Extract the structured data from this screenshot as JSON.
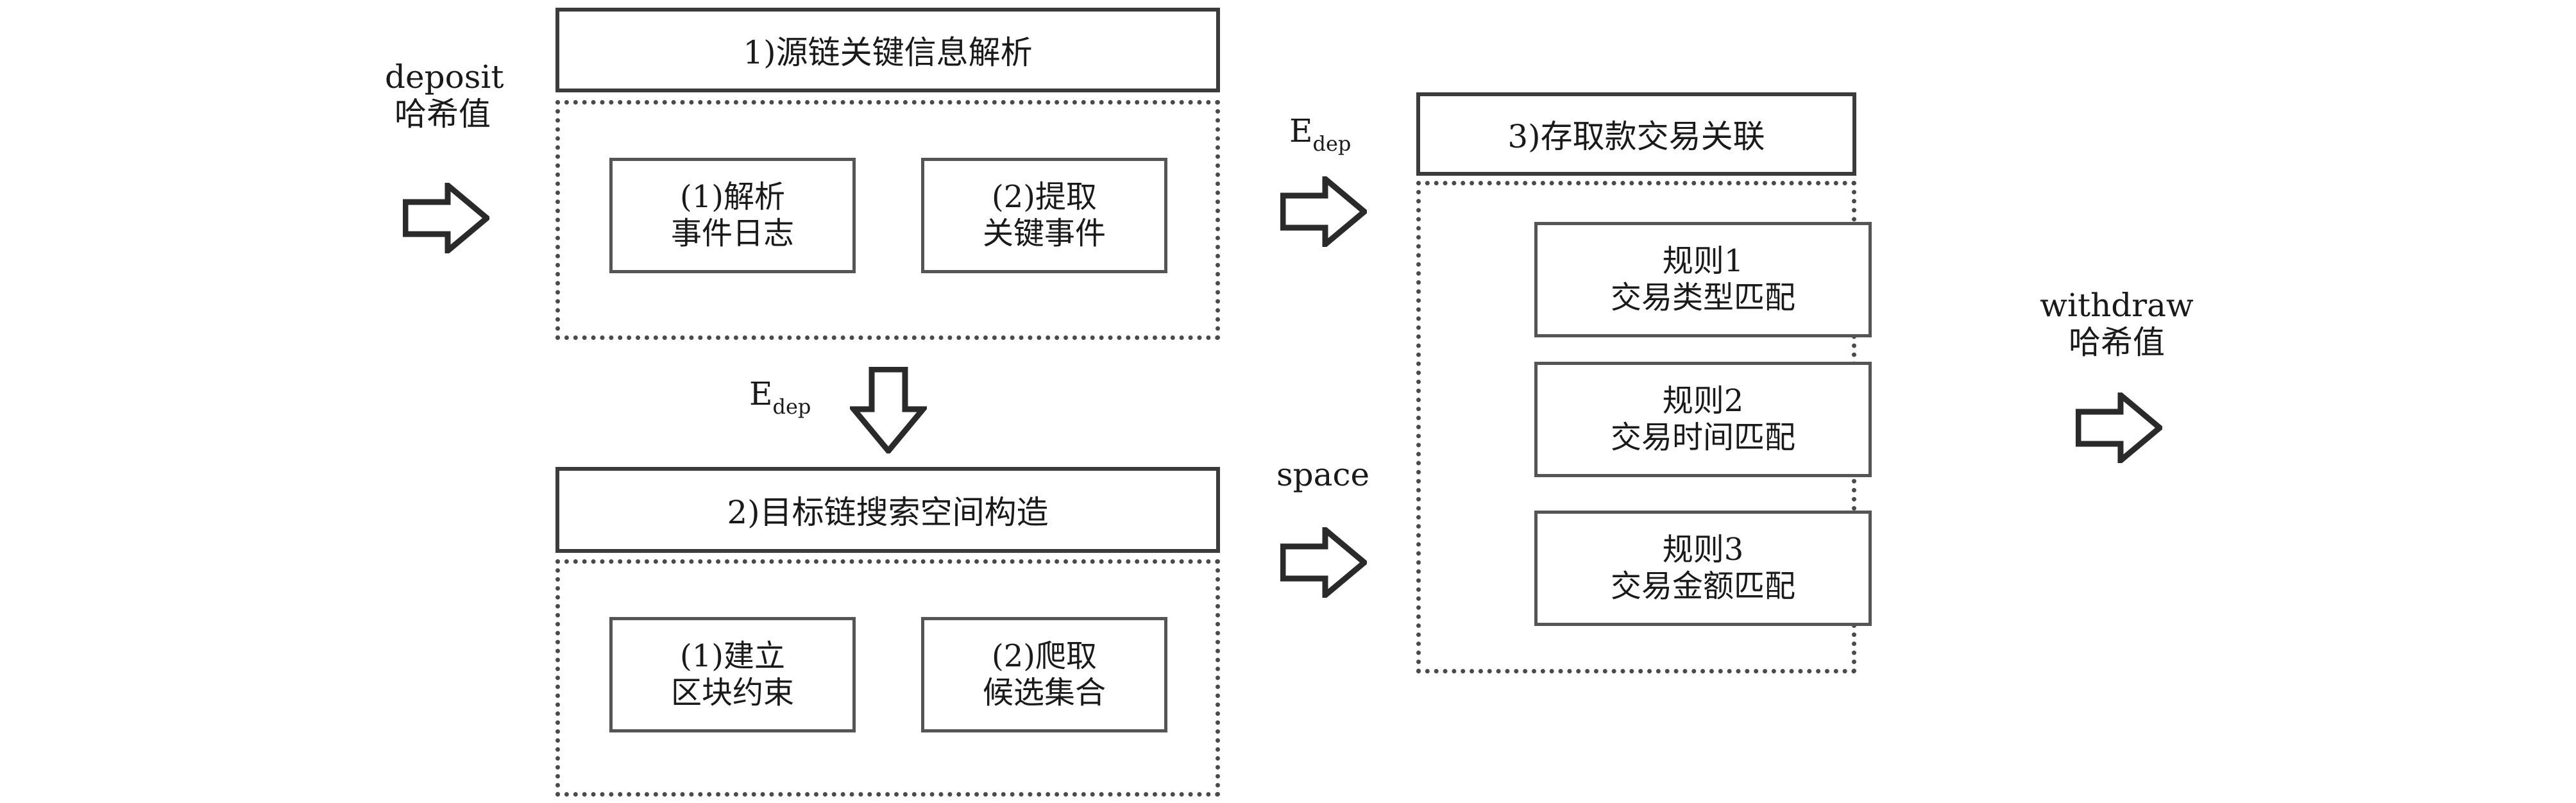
{
  "labels": {
    "deposit_line1": "deposit",
    "deposit_line2": "哈希值",
    "withdraw_line1": "withdraw",
    "withdraw_line2": "哈希值",
    "edep_main": "E",
    "edep_sub": "dep",
    "space": "space"
  },
  "stage1": {
    "title": "1)源链关键信息解析",
    "step1_line1": "(1)解析",
    "step1_line2": "事件日志",
    "step2_line1": "(2)提取",
    "step2_line2": "关键事件"
  },
  "stage2": {
    "title": "2)目标链搜索空间构造",
    "step1_line1": "(1)建立",
    "step1_line2": "区块约束",
    "step2_line1": "(2)爬取",
    "step2_line2": "候选集合"
  },
  "stage3": {
    "title": "3)存取款交易关联",
    "rules": [
      {
        "line1": "规则1",
        "line2": "交易类型匹配"
      },
      {
        "line1": "规则2",
        "line2": "交易时间匹配"
      },
      {
        "line1": "规则3",
        "line2": "交易金额匹配"
      }
    ]
  }
}
